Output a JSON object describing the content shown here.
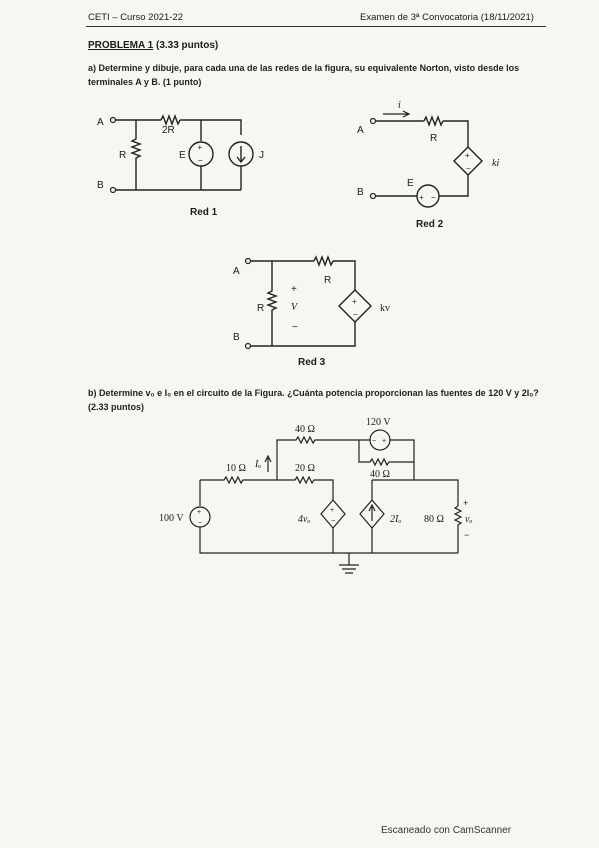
{
  "header": {
    "left": "CETI – Curso 2021-22",
    "right": "Examen de 3ª Convocatoria (18/11/2021)"
  },
  "problem": {
    "title": "PROBLEMA 1",
    "points": "(3.33 puntos)"
  },
  "part_a": {
    "text": "a) Determine y dibuje, para cada una de las redes de la figura, su equivalente Norton, visto desde los terminales A y B. (1 punto)"
  },
  "red1": {
    "terminal_a": "A",
    "terminal_b": "B",
    "r_series": "2R",
    "r_shunt": "R",
    "source_e": "E",
    "source_j": "J",
    "plus": "+",
    "minus": "−",
    "caption": "Red 1"
  },
  "red2": {
    "terminal_a": "A",
    "terminal_b": "B",
    "current": "i",
    "r": "R",
    "dep_source": "ki",
    "source_e": "E",
    "plus": "+",
    "minus": "−",
    "caption": "Red 2"
  },
  "red3": {
    "terminal_a": "A",
    "terminal_b": "B",
    "r_top": "R",
    "r_shunt": "R",
    "v_plus": "+",
    "v_label": "V",
    "v_minus": "−",
    "dep_source": "kv",
    "plus": "+",
    "minus": "−",
    "caption": "Red 3"
  },
  "part_b": {
    "text": "b) Determine v₀ e I₀ en el circuito de la Figura. ¿Cuánta potencia proporcionan las fuentes de 120 V y 2I₀? (2.33 puntos)"
  },
  "circuit_b": {
    "r_40_top": "40 Ω",
    "src_120": "120 V",
    "r_40_mid": "40 Ω",
    "r_10": "10 Ω",
    "i0": "Iₒ",
    "r_20": "20 Ω",
    "src_100": "100 V",
    "dep_v": "4vₒ",
    "dep_i": "2Iₒ",
    "r_80": "80 Ω",
    "v0_plus": "+",
    "v0": "vₒ",
    "v0_minus": "−",
    "plus": "+",
    "minus": "−"
  },
  "footer": "Escaneado con CamScanner"
}
